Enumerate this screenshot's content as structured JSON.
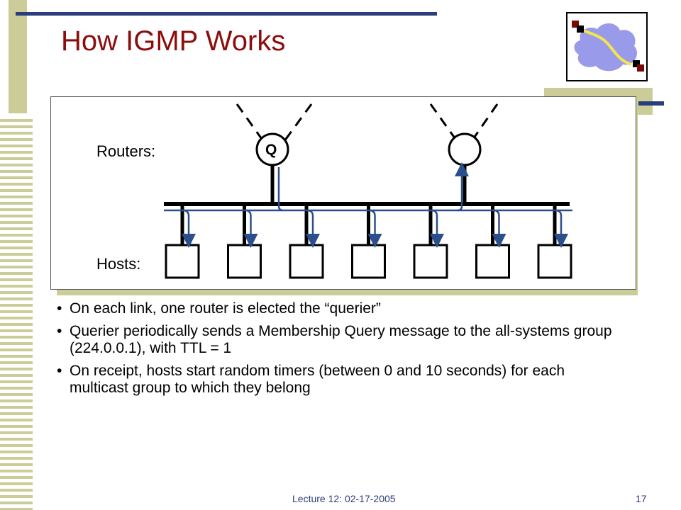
{
  "slide": {
    "title": "How IGMP Works",
    "bullet_marker": "•",
    "bullets": [
      "On each link, one router is elected the “querier”",
      "Querier periodically sends a Membership Query message to the all-systems group (224.0.0.1), with TTL = 1",
      "On receipt, hosts start random timers (between 0 and 10 seconds) for each multicast group to which they belong"
    ]
  },
  "diagram": {
    "routers_label": "Routers:",
    "hosts_label": "Hosts:",
    "querier_label": "Q",
    "host_count": 7
  },
  "footer": {
    "lecture": "Lecture 12: 02-17-2005",
    "page_number": "17"
  },
  "colors": {
    "title": "#8b0d0d",
    "accent_blue": "#2a3e7c",
    "deco_olive": "#cbcc97",
    "query_arrow": "#2b4f8c",
    "logo_cloud": "#9a9aea",
    "logo_path": "#f2e64b",
    "logo_square": "#7a0a0a"
  }
}
